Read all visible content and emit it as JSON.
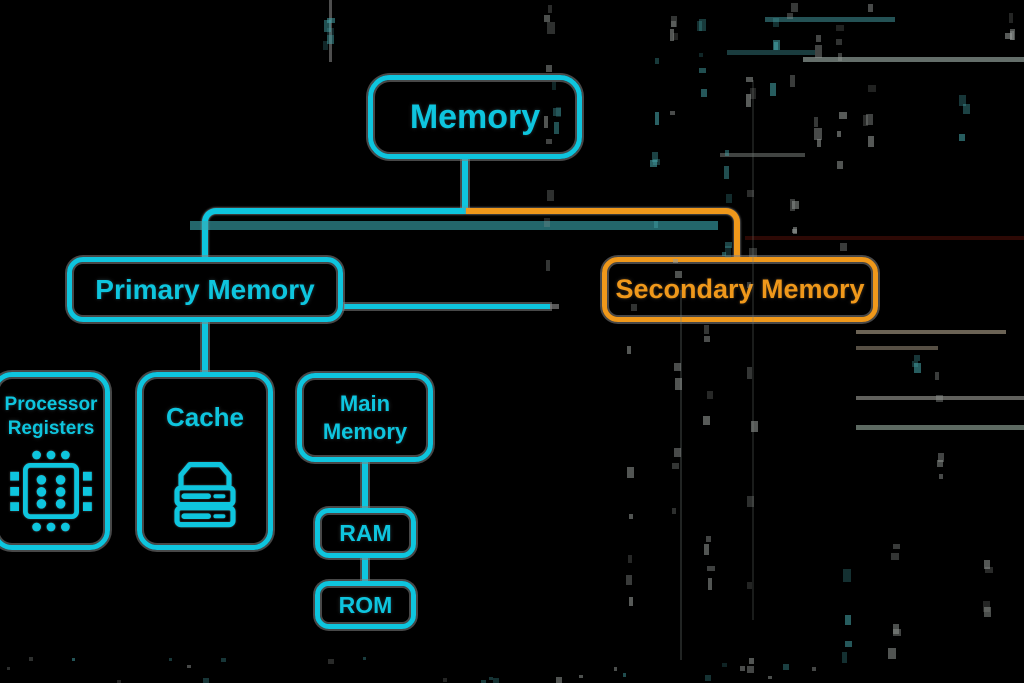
{
  "diagram": {
    "type": "tree",
    "title": "Memory hierarchy",
    "nodes": {
      "memory": {
        "label": "Memory",
        "color": "cyan"
      },
      "primary_memory": {
        "label": "Primary Memory",
        "color": "cyan"
      },
      "secondary_memory": {
        "label": "Secondary Memory",
        "color": "orange"
      },
      "processor_registers": {
        "label": "Processor\nRegisters",
        "color": "cyan",
        "icon": "cpu-chip-icon"
      },
      "cache": {
        "label": "Cache",
        "color": "cyan",
        "icon": "storage-stack-icon"
      },
      "main_memory": {
        "label": "Main\nMemory",
        "color": "cyan"
      },
      "ram": {
        "label": "RAM",
        "color": "cyan"
      },
      "rom": {
        "label": "ROM",
        "color": "cyan"
      }
    },
    "edges": [
      {
        "from": "Memory",
        "to": "Primary Memory"
      },
      {
        "from": "Memory",
        "to": "Secondary Memory"
      },
      {
        "from": "Primary Memory",
        "to": "Cache"
      },
      {
        "from": "Main Memory",
        "to": "RAM"
      },
      {
        "from": "RAM",
        "to": "ROM"
      }
    ],
    "colors": {
      "cyan": "#0ec5de",
      "orange": "#ef981b",
      "teal_band": "#3aaab2",
      "background": "#000000"
    }
  }
}
